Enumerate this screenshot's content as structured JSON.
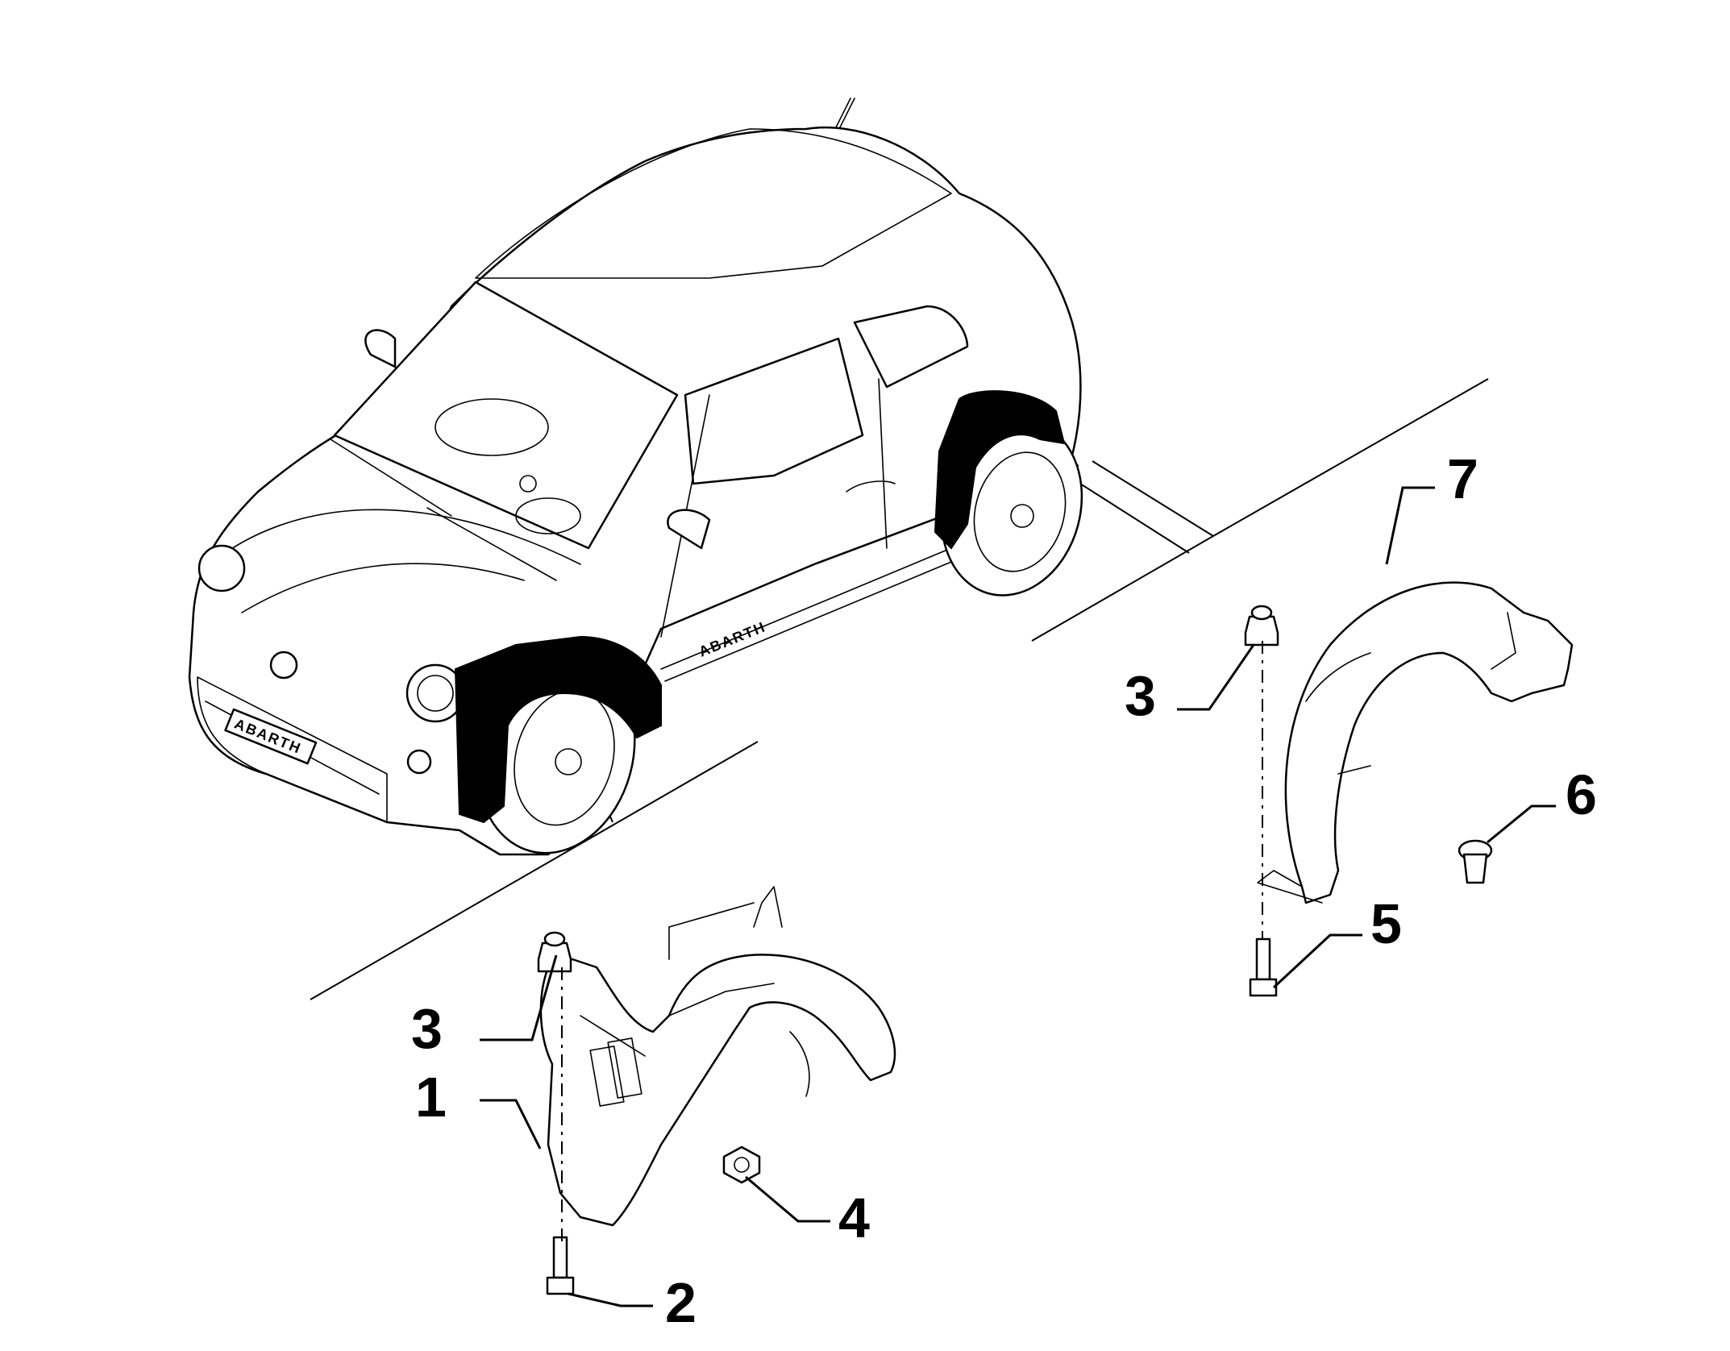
{
  "callouts": [
    {
      "id": "c1",
      "label": "1",
      "part": "front wheelhouse liner"
    },
    {
      "id": "c2",
      "label": "2",
      "part": "screw"
    },
    {
      "id": "c3a",
      "label": "3",
      "part": "nut"
    },
    {
      "id": "c3b",
      "label": "3",
      "part": "nut"
    },
    {
      "id": "c4",
      "label": "4",
      "part": "nut"
    },
    {
      "id": "c5",
      "label": "5",
      "part": "screw"
    },
    {
      "id": "c6",
      "label": "6",
      "part": "clip"
    },
    {
      "id": "c7",
      "label": "7",
      "part": "rear wheelhouse liner"
    }
  ],
  "car": {
    "badge": "ABARTH",
    "side_script": "ABARTH"
  },
  "colors": {
    "ink": "#000000",
    "paper": "#ffffff"
  }
}
